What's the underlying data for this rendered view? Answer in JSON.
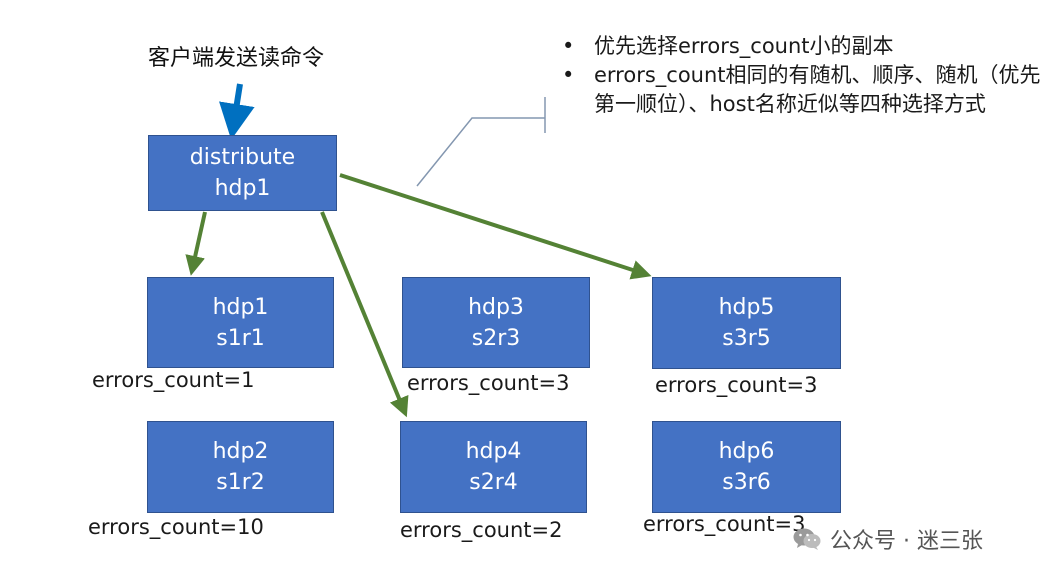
{
  "client_label": "客户端发送读命令",
  "distribute": {
    "line1": "distribute",
    "line2": "hdp1"
  },
  "nodes": [
    {
      "host": "hdp1",
      "slot": "s1r1",
      "errors": "errors_count=1"
    },
    {
      "host": "hdp2",
      "slot": "s1r2",
      "errors": "errors_count=10"
    },
    {
      "host": "hdp3",
      "slot": "s2r3",
      "errors": "errors_count=3"
    },
    {
      "host": "hdp4",
      "slot": "s2r4",
      "errors": "errors_count=2"
    },
    {
      "host": "hdp5",
      "slot": "s3r5",
      "errors": "errors_count=3"
    },
    {
      "host": "hdp6",
      "slot": "s3r6",
      "errors": "errors_count=3"
    }
  ],
  "notes": [
    "优先选择errors_count小的副本",
    "errors_count相同的有随机、顺序、随机（优先第一顺位）、host名称近似等四种选择方式"
  ],
  "watermark": "公众号 · 迷三张",
  "colors": {
    "node_fill": "#4472c4",
    "node_text": "#ffffff",
    "client_arrow": "#0070c0",
    "route_arrow": "#548235",
    "callout_line": "#8497b0"
  }
}
